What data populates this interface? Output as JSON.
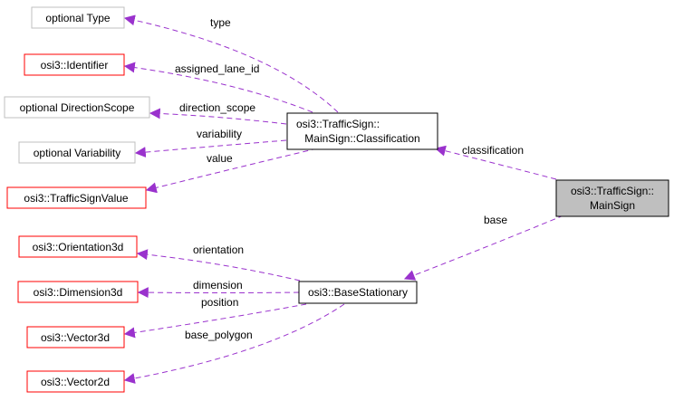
{
  "colors": {
    "edge": "#9a32cd",
    "border_grey": "#bfbfbf",
    "border_red": "#ff0000",
    "border_black": "#000000",
    "highlight_fill": "#bfbfbf",
    "background": "#ffffff"
  },
  "nodes": {
    "optional_type": {
      "lines": [
        "optional Type"
      ]
    },
    "identifier": {
      "lines": [
        "osi3::Identifier"
      ]
    },
    "optional_direction_scope": {
      "lines": [
        "optional DirectionScope"
      ]
    },
    "optional_variability": {
      "lines": [
        "optional Variability"
      ]
    },
    "traffic_sign_value": {
      "lines": [
        "osi3::TrafficSignValue"
      ]
    },
    "classification": {
      "lines": [
        "osi3::TrafficSign::",
        "MainSign::Classification"
      ]
    },
    "main_sign": {
      "lines": [
        "osi3::TrafficSign::",
        "MainSign"
      ]
    },
    "orientation3d": {
      "lines": [
        "osi3::Orientation3d"
      ]
    },
    "dimension3d": {
      "lines": [
        "osi3::Dimension3d"
      ]
    },
    "base_stationary": {
      "lines": [
        "osi3::BaseStationary"
      ]
    },
    "vector3d": {
      "lines": [
        "osi3::Vector3d"
      ]
    },
    "vector2d": {
      "lines": [
        "osi3::Vector2d"
      ]
    }
  },
  "edges": {
    "type": "type",
    "assigned_lane_id": "assigned_lane_id",
    "direction_scope": "direction_scope",
    "variability": "variability",
    "value": "value",
    "classification": "classification",
    "base": "base",
    "orientation": "orientation",
    "dimension": "dimension",
    "position": "position",
    "base_polygon": "base_polygon"
  }
}
